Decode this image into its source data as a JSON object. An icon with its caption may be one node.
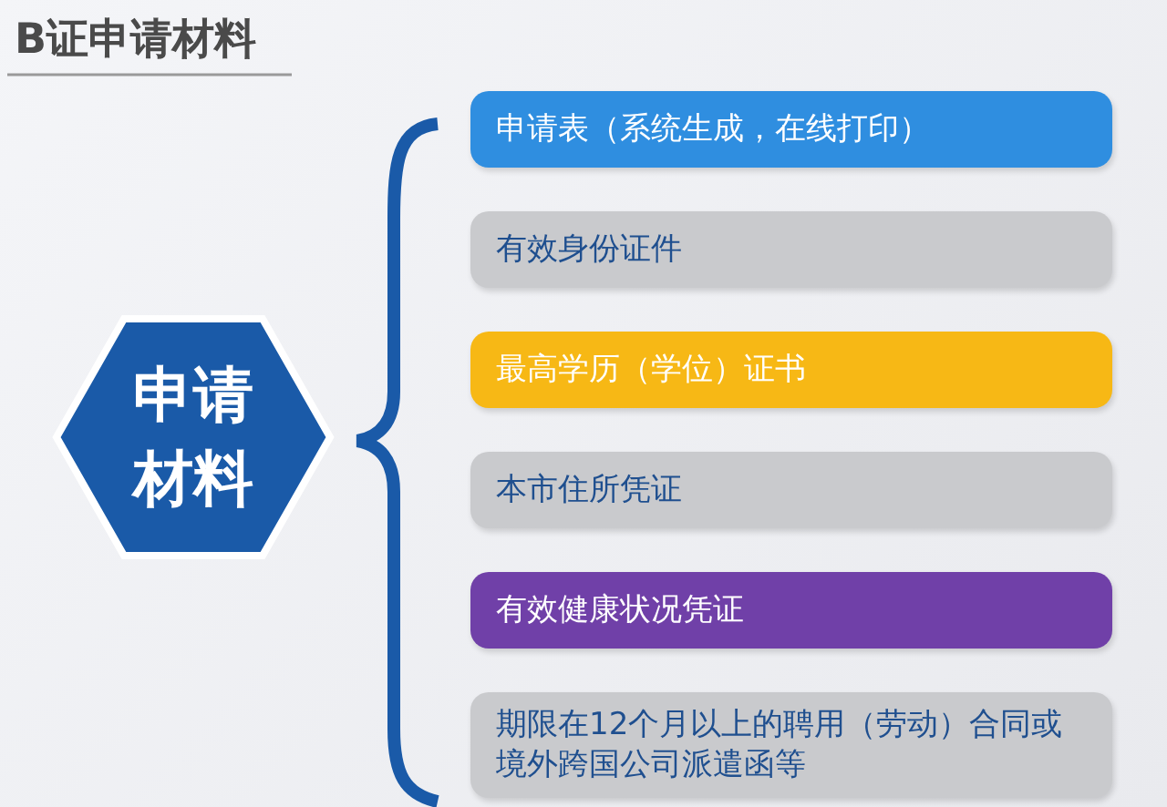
{
  "diagram": {
    "title": "B证申请材料",
    "nodes": [
      {
        "text": [
          "申请材料"
        ]
      },
      {
        "text": [
          "申请表（系统生成，在线打印）"
        ]
      },
      {
        "text": [
          "有效身份证件"
        ]
      },
      {
        "text": [
          "最高学历（学位）证书"
        ]
      },
      {
        "text": [
          "本市住所凭证"
        ]
      },
      {
        "text": [
          "有效健康状况凭证"
        ]
      },
      {
        "text": [
          "期限在12个月以上的聘用（劳动）合同或境外跨国公司派遣函等"
        ]
      }
    ]
  }
}
